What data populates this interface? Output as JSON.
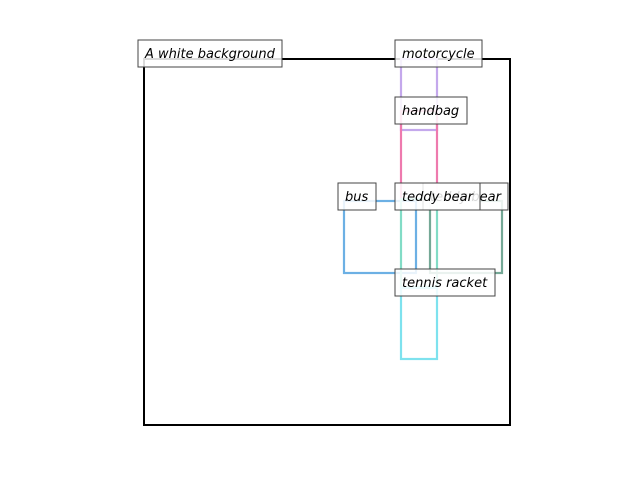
{
  "scene": {
    "caption": "A white background",
    "objects": [
      {
        "name": "motorcycle",
        "color": "#c4a8ec"
      },
      {
        "name": "handbag",
        "color": "#ee7aae"
      },
      {
        "name": "bus",
        "color": "#6cb0e4"
      },
      {
        "name": "teddy bear",
        "color": "#82dcc6"
      },
      {
        "name": "tennis racket",
        "color": "#7ee2ee"
      },
      {
        "name": "teddy bear",
        "color": "#74a896"
      }
    ]
  }
}
